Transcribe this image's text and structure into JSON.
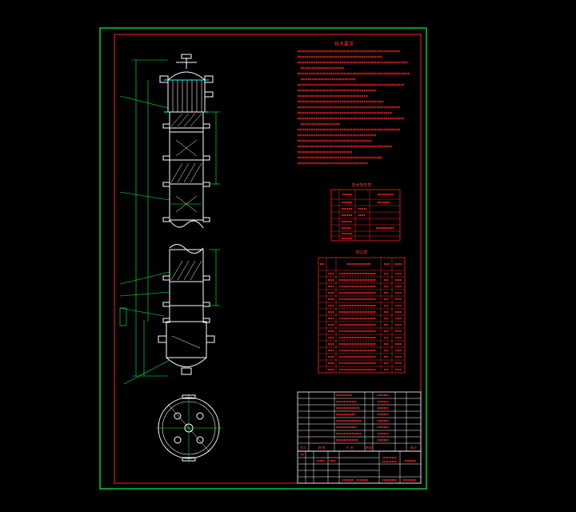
{
  "notes_title": "技术要求",
  "table1_title": "技术特性表",
  "table2_title": "管口表",
  "labels": {
    "col_no": "序号",
    "col_name": "名 称",
    "col_spec": "规 格",
    "col_qty": "数量",
    "col_remark": "备注"
  },
  "colors": {
    "frame": "#00ff40",
    "text": "#ff2020",
    "lines": "#ffffff",
    "accent": "#00ffff"
  }
}
